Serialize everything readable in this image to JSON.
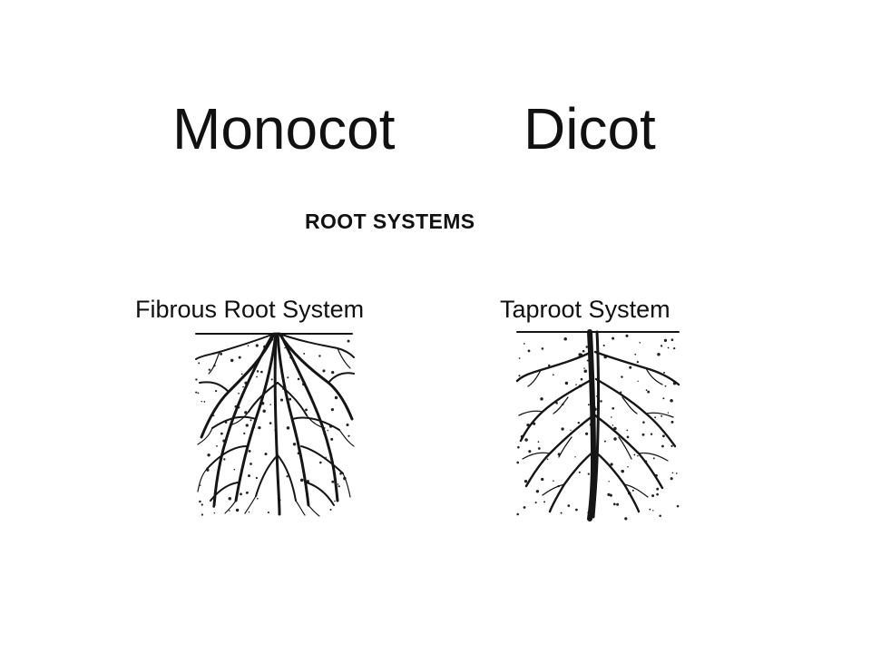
{
  "headings": {
    "left": "Monocot",
    "right": "Dicot"
  },
  "subtitle": "ROOT SYSTEMS",
  "panels": [
    {
      "caption": "Fibrous Root System",
      "illustration_icon": "fibrous-root-icon"
    },
    {
      "caption": "Taproot System",
      "illustration_icon": "taproot-icon"
    }
  ],
  "colors": {
    "background": "#ffffff",
    "ink": "#151515"
  }
}
